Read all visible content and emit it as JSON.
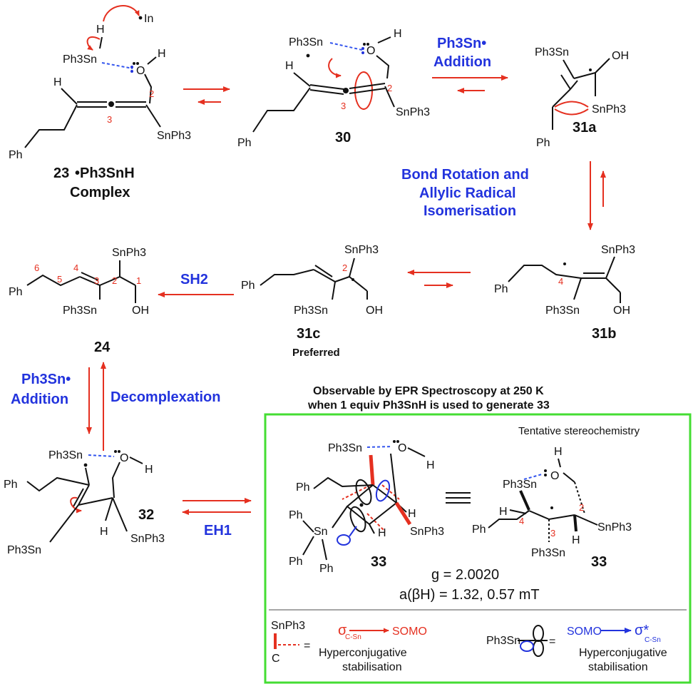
{
  "colors": {
    "arrow": "#e53020",
    "condition": "#2233dd",
    "box": "#44dd33",
    "hbond": "#3355ee"
  },
  "compounds": {
    "c23": {
      "label": "23",
      "tail": "•Ph3SnH",
      "complex": "Complex",
      "In": "In",
      "H": "H",
      "Ph3Sn": "Ph3Sn",
      "O": "O",
      "OH_H": "H",
      "Ph": "Ph",
      "SnPh3": "SnPh3",
      "n2": "2",
      "n3": "3"
    },
    "c30": {
      "label": "30",
      "Ph3Sn": "Ph3Sn",
      "O": "O",
      "H": "H",
      "Ph": "Ph",
      "SnPh3": "SnPh3",
      "n2": "2",
      "n3": "3"
    },
    "c31a": {
      "label": "31a",
      "Ph3Sn": "Ph3Sn",
      "OH": "OH",
      "SnPh3": "SnPh3",
      "Ph": "Ph"
    },
    "c31b": {
      "label": "31b",
      "SnPh3": "SnPh3",
      "Ph": "Ph",
      "Ph3Sn": "Ph3Sn",
      "OH": "OH",
      "n4": "4"
    },
    "c31c": {
      "label": "31c",
      "note": "Preferred",
      "SnPh3": "SnPh3",
      "Ph": "Ph",
      "Ph3Sn": "Ph3Sn",
      "OH": "OH",
      "n2": "2"
    },
    "c24": {
      "label": "24",
      "SnPh3": "SnPh3",
      "Ph": "Ph",
      "Ph3Sn": "Ph3Sn",
      "OH": "OH",
      "n1": "1",
      "n2": "2",
      "n3": "3",
      "n4": "4",
      "n5": "5",
      "n6": "6"
    },
    "c32": {
      "label": "32",
      "Ph3Sn": "Ph3Sn",
      "O": "O",
      "H": "H",
      "Ph": "Ph",
      "SnPh3": "SnPh3",
      "Ph3Sn2": "Ph3Sn",
      "Hc": "H"
    },
    "c33a": {
      "label": "33",
      "Ph3Sn": "Ph3Sn",
      "O": "O",
      "H": "H",
      "Ph": "Ph",
      "Sn": "Sn",
      "SnPh3": "SnPh3",
      "H2": "H",
      "H3": "H"
    },
    "c33b": {
      "label": "33",
      "H": "H",
      "O": "O",
      "Ph3Sn": "Ph3Sn",
      "H4": "H",
      "n4": "4",
      "n2": "2",
      "n3": "3",
      "Ph": "Ph",
      "SnPh3": "SnPh3",
      "H2": "H",
      "Ph3Sn2": "Ph3Sn"
    }
  },
  "conditions": {
    "addition1_top": "Ph3Sn•",
    "addition1_bottom": "Addition",
    "rotation_1": "Bond Rotation and",
    "rotation_2": "Allylic Radical",
    "rotation_3": "Isomerisation",
    "sh2": "SH2",
    "addition2_top": "Ph3Sn•",
    "addition2_bottom": "Addition",
    "decomplexation": "Decomplexation",
    "eh1": "EH1"
  },
  "epr": {
    "line1": "Observable by EPR Spectroscopy at 250 K",
    "line2": "when 1 equiv Ph3SnH is used to generate 33",
    "tentative": "Tentative stereochemistry",
    "g": "g = 2.0020",
    "a": "a(βH) = 1.32, 0.57 mT"
  },
  "legend": {
    "left_top": "SnPh3",
    "left_c": "C",
    "eq": "=",
    "sigma": "σ",
    "sigma_sub": "C-Sn",
    "somo": "SOMO",
    "hyper": "Hyperconjugative",
    "stab": "stabilisation",
    "right_ph3sn": "Ph3Sn",
    "somo2": "SOMO",
    "sigma2": "σ*",
    "sigma2_sub": "C-Sn",
    "hyper2": "Hyperconjugative",
    "stab2": "stabilisation"
  }
}
